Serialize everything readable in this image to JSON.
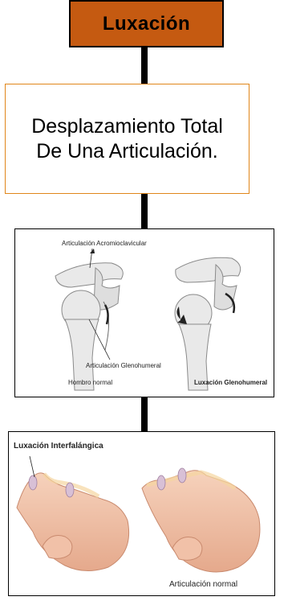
{
  "title": "Luxación",
  "definition": "Desplazamiento Total De Una Articulación.",
  "shoulder_image": {
    "label_acromioclavicular": "Articulación Acromioclavicular",
    "label_glenohumeral": "Articulación Glenohumeral",
    "label_normal": "Hombro normal",
    "label_luxacion": "Luxación Glenohumeral"
  },
  "finger_image": {
    "label_interfalangica": "Luxación Interfalángica",
    "label_normal": "Articulación normal"
  },
  "colors": {
    "title_fill": "#c55a11",
    "definition_border": "#e0861a",
    "connector": "#000000"
  }
}
